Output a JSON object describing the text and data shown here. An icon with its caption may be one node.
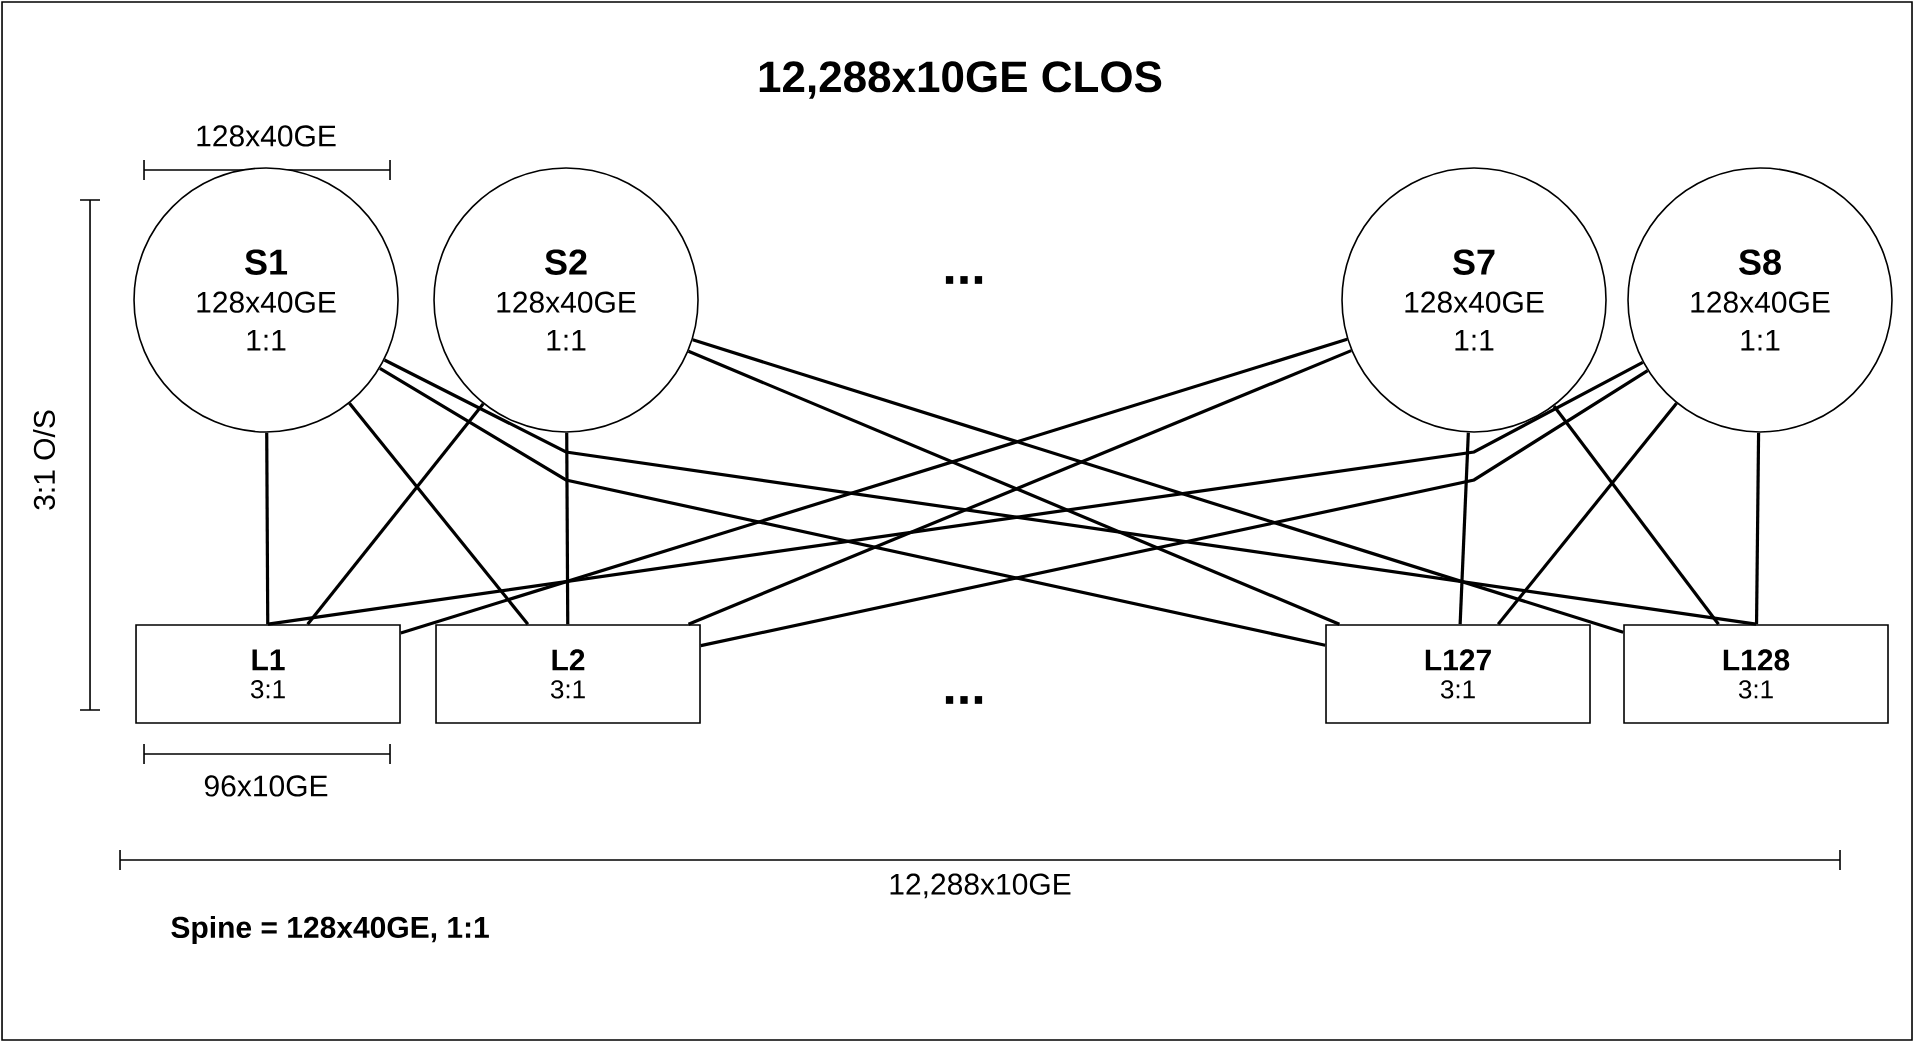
{
  "diagram": {
    "title": "12,288x10GE CLOS",
    "nodes": [
      {
        "text": [
          "S1",
          "128x40GE",
          "1:1"
        ]
      },
      {
        "text": [
          "S2",
          "128x40GE",
          "1:1"
        ]
      },
      {
        "text": [
          "S7",
          "128x40GE",
          "1:1"
        ]
      },
      {
        "text": [
          "S8",
          "128x40GE",
          "1:1"
        ]
      },
      {
        "text": [
          "L1",
          "3:1"
        ]
      },
      {
        "text": [
          "L2",
          "3:1"
        ]
      },
      {
        "text": [
          "L127",
          "3:1"
        ]
      },
      {
        "text": [
          "L128",
          "3:1"
        ]
      }
    ],
    "edges": [
      {
        "from": 0,
        "to": 4,
        "arrow": "none"
      },
      {
        "from": 0,
        "to": 5,
        "arrow": "none"
      },
      {
        "from": 0,
        "to": 6,
        "arrow": "none"
      },
      {
        "from": 0,
        "to": 7,
        "arrow": "none"
      },
      {
        "from": 1,
        "to": 4,
        "arrow": "none"
      },
      {
        "from": 1,
        "to": 5,
        "arrow": "none"
      },
      {
        "from": 1,
        "to": 6,
        "arrow": "none"
      },
      {
        "from": 1,
        "to": 7,
        "arrow": "none"
      },
      {
        "from": 2,
        "to": 4,
        "arrow": "none"
      },
      {
        "from": 2,
        "to": 5,
        "arrow": "none"
      },
      {
        "from": 2,
        "to": 6,
        "arrow": "none"
      },
      {
        "from": 2,
        "to": 7,
        "arrow": "none"
      },
      {
        "from": 3,
        "to": 4,
        "arrow": "none"
      },
      {
        "from": 3,
        "to": 5,
        "arrow": "none"
      },
      {
        "from": 3,
        "to": 6,
        "arrow": "none"
      },
      {
        "from": 3,
        "to": 7,
        "arrow": "none"
      }
    ],
    "labels": [
      "128x40GE",
      "...",
      "3:1 O/S",
      "...",
      "96x10GE",
      "12,288x10GE",
      "Spine = 128x40GE, 1:1"
    ]
  }
}
